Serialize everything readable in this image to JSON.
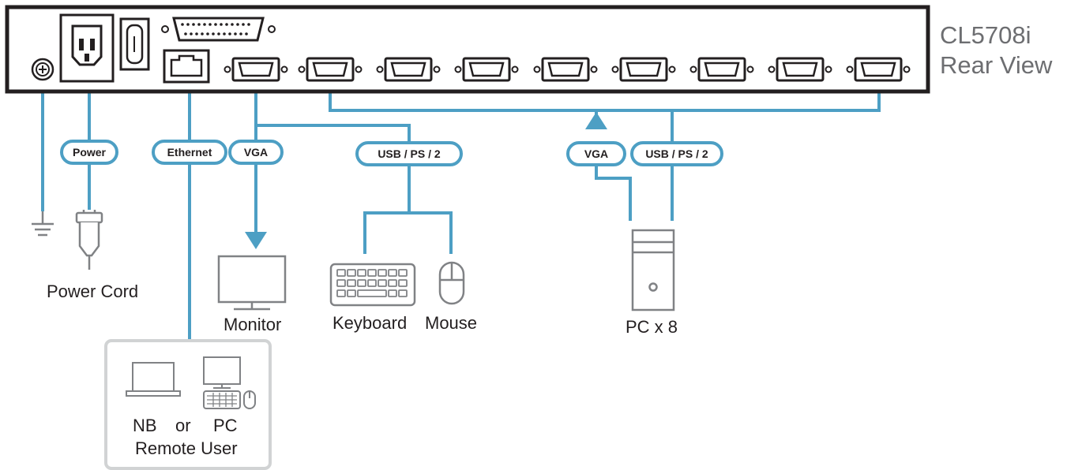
{
  "title": {
    "model": "CL5708i",
    "view": "Rear View"
  },
  "cable_labels": {
    "power": "Power",
    "ethernet": "Ethernet",
    "vga_console": "VGA",
    "usb_ps2_console": "USB / PS / 2",
    "vga_pc": "VGA",
    "usb_ps2_pc": "USB / PS / 2"
  },
  "devices": {
    "power_cord": "Power Cord",
    "monitor": "Monitor",
    "keyboard": "Keyboard",
    "mouse": "Mouse",
    "pc_x8": "PC x 8"
  },
  "remote": {
    "nb": "NB",
    "or": "or",
    "pc": "PC",
    "remote_user": "Remote User"
  },
  "colors": {
    "cable": "#4d9fc4",
    "outline": "#231f20",
    "device": "#808285",
    "title": "#6d6e71"
  },
  "icons": [
    "ground-icon",
    "power-plug-icon",
    "monitor-icon",
    "keyboard-icon",
    "mouse-icon",
    "pc-tower-icon",
    "laptop-icon"
  ]
}
